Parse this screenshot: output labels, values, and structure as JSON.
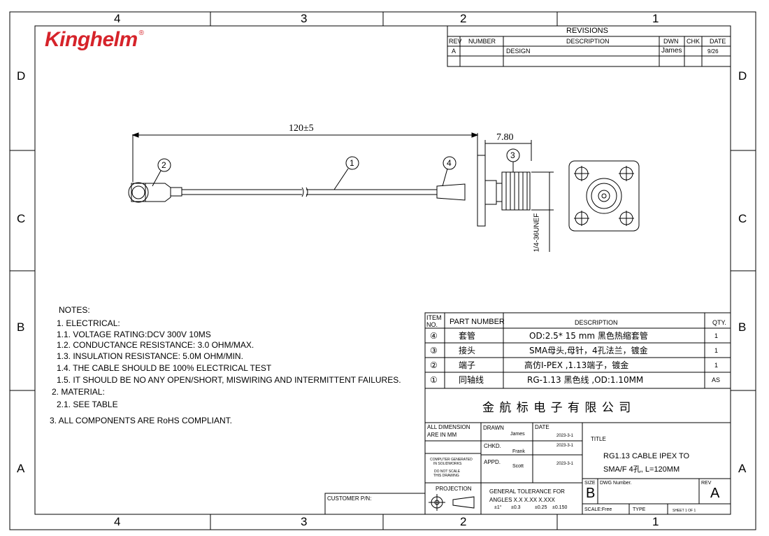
{
  "brand": {
    "name": "Kinghelm",
    "reg_mark": "®"
  },
  "zones": {
    "columns": [
      "4",
      "3",
      "2",
      "1"
    ],
    "rows": [
      "D",
      "C",
      "B",
      "A"
    ]
  },
  "revisions": {
    "title": "REVISIONS",
    "headers": {
      "rev": "REV",
      "number": "NUMBER",
      "description": "DESCRIPTION",
      "dwn": "DWN",
      "chk": "CHK",
      "date": "DATE"
    },
    "rows": [
      {
        "rev": "A",
        "number": "",
        "description": "DESIGN",
        "dwn": "James",
        "chk": "",
        "date": "9/26"
      }
    ]
  },
  "drawing": {
    "length_dim": "120±5",
    "flange_dim": "7.80",
    "thread_label": "1/4-36UNEF",
    "balloons": [
      "1",
      "2",
      "3",
      "4"
    ]
  },
  "notes": {
    "title": "NOTES:",
    "lines": [
      "1.  ELECTRICAL:",
      "1.1.  VOLTAGE RATING:DCV 300V 10MS",
      "1.2.  CONDUCTANCE RESISTANCE: 3.0 OHM/MAX.",
      "1.3.  INSULATION RESISTANCE: 5.0M OHM/MIN.",
      "1.4.  THE CABLE SHOULD BE 100% ELECTRICAL TEST",
      "1.5.  IT SHOULD BE NO ANY OPEN/SHORT, MISWIRING AND INTERMITTENT FAILURES.",
      "2.  MATERIAL:",
      "2.1.  SEE TABLE",
      "3.  ALL COMPONENTS ARE RoHS COMPLIANT."
    ]
  },
  "bom": {
    "headers": {
      "item": "ITEM",
      "no": "NO.",
      "part_number": "PART NUMBER",
      "description": "DESCRIPTION",
      "qty": "QTY."
    },
    "rows": [
      {
        "item": "④",
        "part": "套管",
        "description": "OD:2.5* 15 mm 黑色热缩套管",
        "qty": "1"
      },
      {
        "item": "③",
        "part": "接头",
        "description": "SMA母头,母针，4孔法兰，镀金",
        "qty": "1"
      },
      {
        "item": "②",
        "part": "端子",
        "description": "高仿I-PEX ,1.13端子，镀金",
        "qty": "1"
      },
      {
        "item": "①",
        "part": "同轴线",
        "description": "RG-1.13 黑色线 ,OD:1.10MM",
        "qty": "AS"
      }
    ]
  },
  "title_block": {
    "company": "金 航 标 电 子 有 限 公 司",
    "all_dimension": "ALL DIMENSION",
    "are_in_mm": "ARE IN MM",
    "computer_generated_1": "COMPUTER GENERATED",
    "computer_generated_2": "IN SOLIDWORKS",
    "do_not_scale_1": "DO NOT SCALE",
    "do_not_scale_2": "THIS DRAWING",
    "projection": "PROJECTION",
    "customer_pn": "CUSTOMER P/N:",
    "drawn_label": "DRAWN",
    "drawn_name": "James",
    "chkd_label": "CHKD.",
    "chkd_name": "Frank",
    "appd_label": "APPD.",
    "appd_name": "Scott",
    "date_label": "DATE",
    "date_drawn": "2023-3-1",
    "date_chkd": "2023-3-1",
    "date_appd": "2023-3-1",
    "title_label": "TITLE",
    "title_line1": "RG1.13 CABLE IPEX  TO",
    "title_line2": "SMA/F 4孔, L=120MM",
    "tolerance_title": "GENERAL TOLERANCE FOR",
    "tolerance_angles": "ANGLES  X.X  X.XX  X.XXX",
    "tol_angle": "±1°",
    "tol_1": "±0.3",
    "tol_2": "±0.25",
    "tol_3": "±0.150",
    "size_label": "SIZE",
    "size": "B",
    "dwg_number_label": "DWG Number.",
    "rev_label": "REV",
    "rev": "A",
    "scale_label": "SCALE:Free",
    "type_label": "TYPE",
    "sheet_label": "SHEET  1  OF  1"
  },
  "colors": {
    "brand": "#d6232a",
    "line": "#000000"
  }
}
